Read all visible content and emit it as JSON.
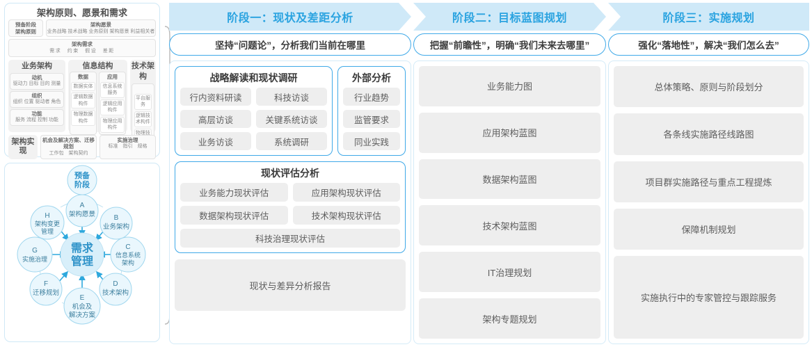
{
  "left_panel": {
    "togaf": {
      "title": "架构原则、愿景和需求",
      "prep_stage": {
        "line1": "预备阶段",
        "line2": "架构原则"
      },
      "architecture_vision": {
        "title": "架构愿景",
        "items": "业务战略 技术战略 业务原则 架构愿景 利益相关者"
      },
      "architecture_requirement": {
        "title": "架构需求",
        "items": "需求　约束　假设　差距"
      },
      "business_architecture": {
        "title": "业务架构",
        "blocks": [
          {
            "title": "动机",
            "items": "驱动力 目标 目的 测量"
          },
          {
            "title": "组织",
            "items": "组织 位置 驱动者 角色"
          },
          {
            "title": "功能",
            "items": "服务 流程 控制 功能"
          }
        ]
      },
      "information_structure": {
        "title": "信息结构",
        "columns": [
          {
            "title": "数据",
            "items": [
              "数据实体",
              "逻辑数据构件",
              "物理数据构件"
            ]
          },
          {
            "title": "应用",
            "items": [
              "信息系统服务",
              "逻辑应用构件",
              "物理应用构件"
            ]
          }
        ]
      },
      "technology_architecture": {
        "title": "技术架构",
        "items": [
          "平台服务",
          "逻辑技术构件",
          "物理技术构件"
        ]
      },
      "architecture_realization": {
        "label": "架构实现",
        "cells": [
          {
            "title": "机会及解决方案、迁移规划",
            "items": "工作包　架构契约"
          },
          {
            "title": "实施治理",
            "items": "标准　指引　规格"
          }
        ]
      }
    },
    "adm": {
      "center": "需求管理",
      "prelim": "预备阶段",
      "nodes": [
        {
          "key": "A",
          "label": "架构愿景"
        },
        {
          "key": "B",
          "label": "业务架构"
        },
        {
          "key": "C",
          "label": "信息系统架构"
        },
        {
          "key": "D",
          "label": "技术架构"
        },
        {
          "key": "E",
          "label": "机会及解决方案"
        },
        {
          "key": "F",
          "label": "迁移规划"
        },
        {
          "key": "G",
          "label": "实施治理"
        },
        {
          "key": "H",
          "label": "架构变更管理"
        }
      ]
    }
  },
  "phases": [
    {
      "banner": "阶段一：现状及差距分析",
      "subtitle": "坚持“问题论”，分析我们当前在哪里",
      "groups": [
        {
          "title": "战略解读和现状调研",
          "rows": [
            [
              "行内资料研读",
              "科技访谈"
            ],
            [
              "高层访谈",
              "关键系统访谈"
            ],
            [
              "业务访谈",
              "系统调研"
            ]
          ]
        },
        {
          "title": "外部分析",
          "items": [
            "行业趋势",
            "监管要求",
            "同业实践"
          ]
        },
        {
          "title": "现状评估分析",
          "rows": [
            [
              "业务能力现状评估",
              "应用架构现状评估"
            ],
            [
              "数据架构现状评估",
              "技术架构现状评估"
            ]
          ],
          "full": "科技治理现状评估"
        }
      ],
      "report": "现状与差异分析报告"
    },
    {
      "banner": "阶段二：目标蓝图规划",
      "subtitle": "把握“前瞻性”，明确“我们未来去哪里”",
      "items": [
        "业务能力图",
        "应用架构蓝图",
        "数据架构蓝图",
        "技术架构蓝图",
        "IT治理规划",
        "架构专题规划"
      ]
    },
    {
      "banner": "阶段三：实施规划",
      "subtitle": "强化“落地性”，解决“我们怎么去”",
      "items": [
        "总体策略、原则与阶段划分",
        "各条线实施路径线路图",
        "项目群实施路径与重点工程提炼",
        "保障机制规划",
        "实施执行中的专家管控与跟踪服务"
      ]
    }
  ],
  "colors": {
    "banner_blue": "#cfe9f8",
    "banner_text": "#2aa3e0",
    "outline_blue": "#3fa9e8",
    "tile_gray": "#eeeeee",
    "panel_border": "#d4ebf8"
  }
}
